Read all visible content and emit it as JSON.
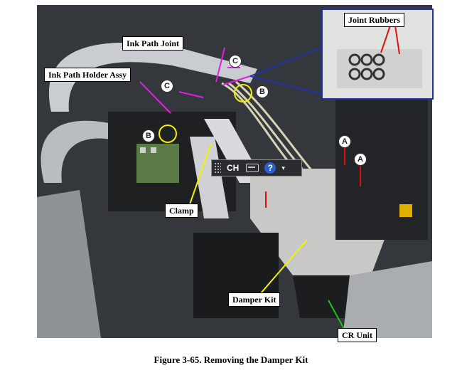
{
  "callouts": {
    "ink_path_joint": "Ink Path Joint",
    "ink_path_holder_assy": "Ink Path Holder Assy",
    "joint_rubbers": "Joint Rubbers",
    "clamp": "Clamp",
    "damper_kit": "Damper Kit",
    "cr_unit": "CR Unit"
  },
  "letters": {
    "a": "A",
    "b": "B",
    "c": "C"
  },
  "ime_toolbar": {
    "language": "CH",
    "help": "?",
    "menu": "▾"
  },
  "caption": "Figure 3-65.  Removing the Damper Kit",
  "colors": {
    "arrow_magenta": "#e020e0",
    "arrow_yellow": "#f2f200",
    "arrow_red": "#e01010",
    "arrow_green": "#20c020",
    "inset_border": "#2233aa"
  }
}
